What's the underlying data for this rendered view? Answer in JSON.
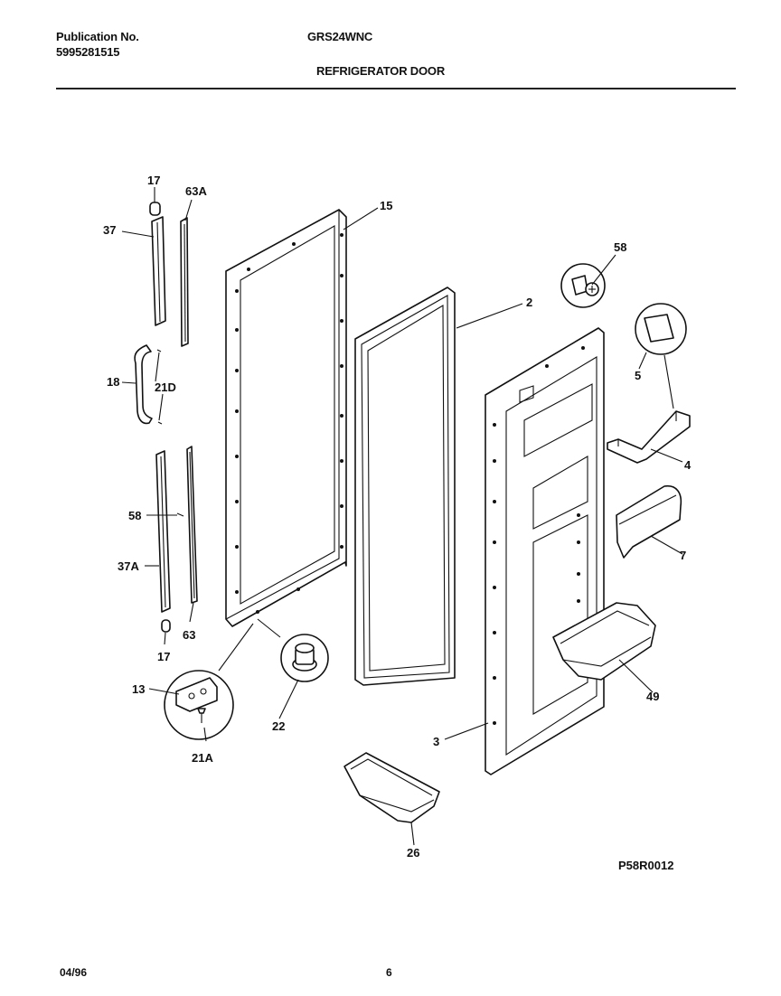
{
  "header": {
    "publication_label": "Publication No.",
    "publication_number": "5995281515",
    "model": "GRS24WNC",
    "title": "REFRIGERATOR DOOR"
  },
  "diagram": {
    "drawing_code": "P58R0012",
    "callouts": {
      "c17_top": "17",
      "c63a": "63A",
      "c37": "37",
      "c15": "15",
      "c58_top": "58",
      "c2": "2",
      "c18": "18",
      "c21d": "21D",
      "c5": "5",
      "c4": "4",
      "c58_mid": "58",
      "c7": "7",
      "c37a": "37A",
      "c63": "63",
      "c17_bot": "17",
      "c49": "49",
      "c13": "13",
      "c22": "22",
      "c21a": "21A",
      "c3": "3",
      "c26": "26"
    }
  },
  "footer": {
    "date": "04/96",
    "page": "6"
  }
}
